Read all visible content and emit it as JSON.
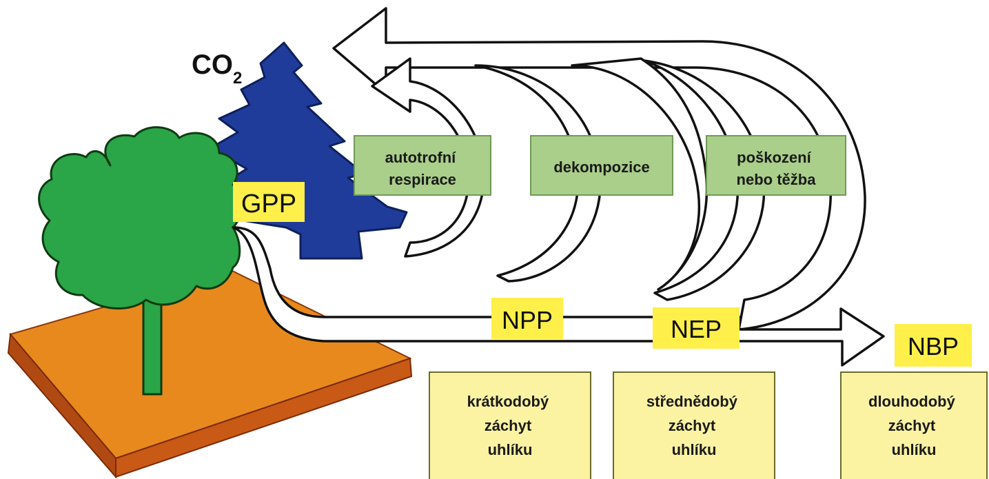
{
  "co2": {
    "main": "CO",
    "sub": "2"
  },
  "labels": {
    "gpp": "GPP",
    "npp": "NPP",
    "nep": "NEP",
    "nbp": "NBP"
  },
  "processes": {
    "autotrophic": [
      "autotrofní",
      "respirace"
    ],
    "decomposition": [
      "dekompozice"
    ],
    "disturbance": [
      "poškození",
      "nebo těžba"
    ]
  },
  "storage": {
    "short": [
      "krátkodobý",
      "záchyt",
      "uhlíku"
    ],
    "medium": [
      "střednědobý",
      "záchyt",
      "uhlíku"
    ],
    "long": [
      "dlouhodobý",
      "záchyt",
      "uhlíku"
    ]
  },
  "colors": {
    "soil": "#e8891e",
    "soil_side": "#b14a12",
    "deciduous_tree": "#2aa547",
    "conifer_tree": "#1f3c9a",
    "process_box": "#a9cf8a",
    "label_highlight": "#ffef4a",
    "storage_box": "#fbf3a2"
  }
}
